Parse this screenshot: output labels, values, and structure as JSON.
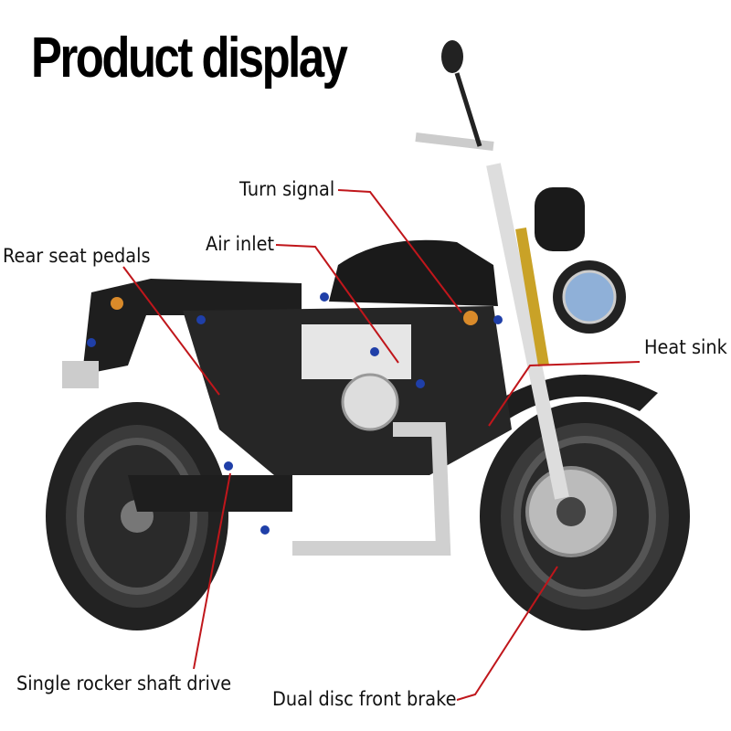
{
  "title": "Product display",
  "labels": {
    "turn_signal": "Turn signal",
    "air_inlet": "Air inlet",
    "rear_seat_pedals": "Rear seat pedals",
    "heat_sink": "Heat sink",
    "single_rocker_shaft_drive": "Single rocker shaft drive",
    "dual_disc_front_brake": "Dual disc front brake"
  },
  "colors": {
    "leader_line": "#c0161b",
    "body": "#1e1e1e",
    "frame_accent": "#d9d9d9",
    "fork_gold": "#c9a227",
    "bolt_blue": "#1f3fa8"
  }
}
